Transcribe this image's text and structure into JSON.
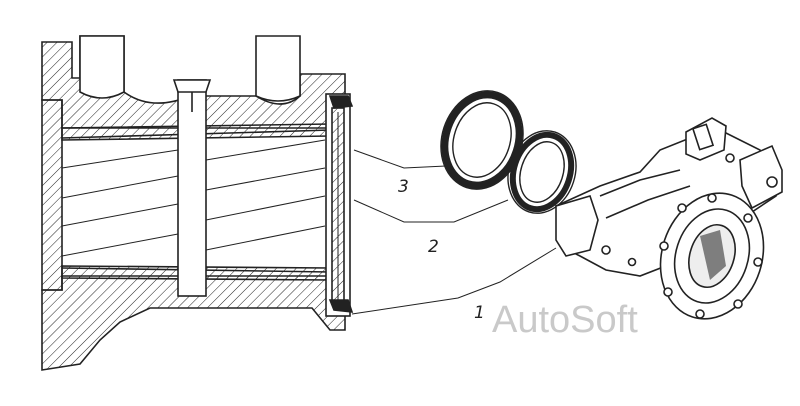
{
  "callouts": {
    "label_1": "1",
    "label_2": "2",
    "label_3": "3"
  },
  "watermark": "AutoSoft",
  "colors": {
    "ink": "#222222",
    "watermark": "#c9c9c9",
    "background": "#ffffff"
  }
}
